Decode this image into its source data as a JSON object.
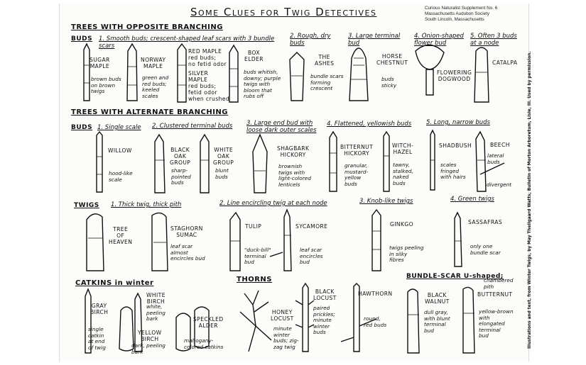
{
  "title": "Some Clues for Twig Detectives",
  "header": {
    "line1": "Curious Naturalist Supplement No. 6",
    "line2": "Massachusetts Audubon Society",
    "line3": "South Lincoln, Massachusetts"
  },
  "side_credit": "Illustrations and text, from Winter Twigs, by May Theilgaard Watts, Bulletin of Morton Arboretum, Lisle, Ill.   Used by permission.",
  "opposite": {
    "title": "TREES WITH OPPOSITE BRANCHING",
    "buds_label": "BUDS",
    "h1": "1. Smooth buds; crescent-shaped leaf scars with 3 bundle scars",
    "h2": "2. Rough, dry buds",
    "h3": "3. Large terminal bud",
    "h4": "4. Onion-shaped flower bud",
    "h5": "5. Often 3 buds at a node",
    "sugar_maple": "SUGAR\nMAPLE",
    "sugar_note": "brown buds\non brown\ntwigs",
    "norway_maple": "NORWAY\nMAPLE",
    "norway_note": "green and\nred buds;\nkeeled\nscales",
    "red_maple": "RED MAPLE\nred buds;\nno fetid odor",
    "silver_maple": "SILVER\nMAPLE\nred buds;\nfetid odor\nwhen crushed",
    "box_elder": "BOX\nELDER",
    "box_note": "buds whitish,\ndowny; purple\ntwigs with\nbloom that\nrubs off",
    "ashes": "THE\nASHES",
    "ashes_note": "bundle scars\nforming\ncrescent",
    "horse_chestnut": "HORSE\nCHESTNUT",
    "horse_note": "buds\nsticky",
    "dogwood": "FLOWERING\nDOGWOOD",
    "catalpa": "CATALPA"
  },
  "alternate": {
    "title": "TREES WITH ALTERNATE BRANCHING",
    "buds_label": "BUDS",
    "h1": "1. Single scale",
    "h2": "2. Clustered terminal buds",
    "h3": "3. Large end bud with loose dark outer scales",
    "h4": "4. Flattened, yellowish buds",
    "h5": "5. Long, narrow buds",
    "willow": "WILLOW",
    "willow_note": "hood-like\nscale",
    "black_oak": "BLACK\nOAK\nGROUP",
    "black_oak_note": "sharp-\npointed\nbuds",
    "white_oak": "WHITE\nOAK\nGROUP",
    "white_oak_note": "blunt\nbuds",
    "shagbark": "SHAGBARK\nHICKORY",
    "shagbark_note": "brownish\ntwigs with\nlight-colored\nlenticels",
    "bitternut": "BITTERNUT\nHICKORY",
    "bitternut_note": "granular,\nmustard-\nyellow\nbuds",
    "witch_hazel": "WITCH-\nHAZEL",
    "witch_note": "tawny,\nstalked,\nnaked\nbuds",
    "shadbush": "SHADBUSH",
    "shadbush_note": "scales\nfringed\nwith hairs",
    "beech": "BEECH",
    "beech_note": "lateral\nbuds",
    "divergent": "divergent"
  },
  "twigs": {
    "label": "TWIGS",
    "h1": "1. Thick twig, thick pith",
    "h2": "2. Line encircling twig at each node",
    "h3": "3. Knob-like twigs",
    "h4": "4. Green twigs",
    "tree_of_heaven": "TREE\nOF\nHEAVEN",
    "staghorn": "STAGHORN\nSUMAC",
    "staghorn_note": "leaf scar\nalmost\nencircles bud",
    "tulip": "TULIP",
    "tulip_note": "\"duck-bill\"\nterminal\nbud",
    "sycamore": "SYCAMORE",
    "sycamore_note": "leaf scar\nencircles\nbud",
    "ginkgo": "GINKGO",
    "ginkgo_note": "twigs peeling\nin silky\nfibres",
    "sassafras": "SASSAFRAS",
    "sassafras_note": "only one\nbundle scar"
  },
  "catkins": {
    "title": "CATKINS in winter",
    "gray_birch": "GRAY\nBIRCH",
    "gray_note": "single\ncatkin\nat end\nof twig",
    "white_birch": "WHITE\nBIRCH",
    "white_note": "white,\npeeling\nbark",
    "yellow_birch": "YELLOW\nBIRCH",
    "yellow_note": "dark, peeling\nbark",
    "speckled_alder": "SPECKLED\nALDER",
    "alder_note": "mahogany-\ncolored catkins"
  },
  "thorns": {
    "title": "THORNS",
    "honey_locust": "HONEY\nLOCUST",
    "honey_note": "minute\nwinter\nbuds; zig-\nzag twig",
    "black_locust": "BLACK\nLOCUST",
    "black_note": "paired\nprickles;\nminute\nwinter\nbuds",
    "hawthorn": "HAWTHORN",
    "hawthorn_note": "round,\nred buds"
  },
  "bundle_scar": {
    "title": "BUNDLE-SCAR U-shaped;",
    "pith": "chambered\npith",
    "black_walnut": "BLACK\nWALNUT",
    "walnut_note": "dull gray,\nwith blunt\nterminal\nbud",
    "butternut": "BUTTERNUT",
    "butternut_note": "yellow-brown\nwith\nelongated\nterminal\nbud"
  }
}
